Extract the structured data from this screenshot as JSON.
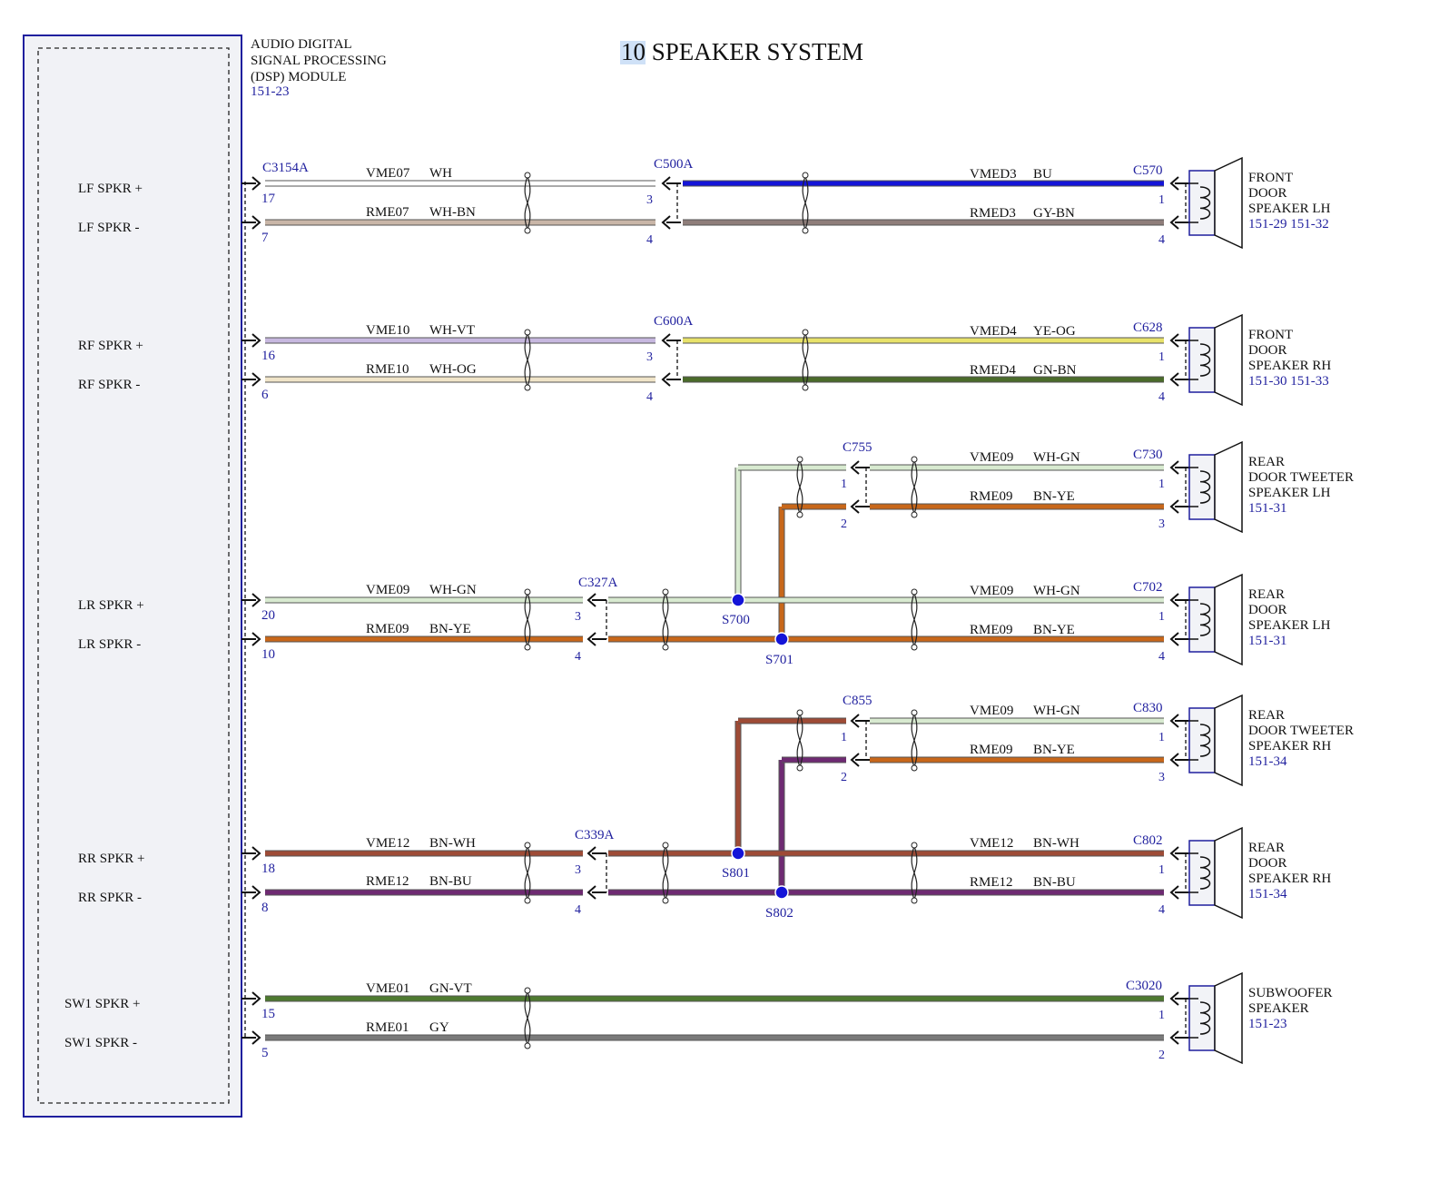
{
  "title": {
    "highlight": "10",
    "rest": " SPEAKER SYSTEM"
  },
  "module": {
    "name_lines": [
      "AUDIO DIGITAL",
      "SIGNAL PROCESSING",
      "(DSP) MODULE"
    ],
    "ref": "151-23",
    "connector": "C3154A",
    "pins": [
      {
        "label": "LF SPKR +",
        "pin": "17"
      },
      {
        "label": "LF SPKR -",
        "pin": "7"
      },
      {
        "label": "RF SPKR +",
        "pin": "16"
      },
      {
        "label": "RF SPKR -",
        "pin": "6"
      },
      {
        "label": "LR SPKR +",
        "pin": "20"
      },
      {
        "label": "LR SPKR -",
        "pin": "10"
      },
      {
        "label": "RR SPKR +",
        "pin": "18"
      },
      {
        "label": "RR SPKR -",
        "pin": "8"
      },
      {
        "label": "SW1 SPKR +",
        "pin": "15"
      },
      {
        "label": "SW1 SPKR -",
        "pin": "5"
      }
    ]
  },
  "colors": {
    "WH": "#ffffff",
    "BU": "#1414d8",
    "WH-BN": "#c9b6a8",
    "GY-BN": "#8f7e7a",
    "WH-VT": "#c7b8df",
    "YE-OG": "#e8e26a",
    "WH-OG": "#f0e4c8",
    "GN-BN": "#4a6b2a",
    "WH-GN": "#d8ead0",
    "BN-YE": "#c8671a",
    "BN-WH": "#9e4b36",
    "BN-BU": "#6e2a72",
    "GN-VT": "#4e7a30",
    "GY": "#7a7a7a",
    "outline": "#1f1f9e",
    "splice": "#1414d8"
  },
  "circuits": [
    {
      "id": "VME07",
      "color": "WH"
    },
    {
      "id": "RME07",
      "color": "WH-BN"
    },
    {
      "id": "VMED3",
      "color": "BU"
    },
    {
      "id": "RMED3",
      "color": "GY-BN"
    },
    {
      "id": "VME10",
      "color": "WH-VT"
    },
    {
      "id": "RME10",
      "color": "WH-OG"
    },
    {
      "id": "VMED4",
      "color": "YE-OG"
    },
    {
      "id": "RMED4",
      "color": "GN-BN"
    },
    {
      "id": "VME09",
      "color": "WH-GN"
    },
    {
      "id": "RME09",
      "color": "BN-YE"
    },
    {
      "id": "VME12",
      "color": "BN-WH"
    },
    {
      "id": "RME12",
      "color": "BN-BU"
    },
    {
      "id": "VME01",
      "color": "GN-VT"
    },
    {
      "id": "RME01",
      "color": "GY"
    }
  ],
  "connectors": [
    {
      "name": "C500A",
      "pins": [
        "3",
        "4"
      ]
    },
    {
      "name": "C600A",
      "pins": [
        "3",
        "4"
      ]
    },
    {
      "name": "C327A",
      "pins": [
        "3",
        "4"
      ]
    },
    {
      "name": "C339A",
      "pins": [
        "3",
        "4"
      ]
    },
    {
      "name": "C755",
      "pins": [
        "1",
        "2"
      ]
    },
    {
      "name": "C855",
      "pins": [
        "1",
        "2"
      ]
    },
    {
      "name": "C570",
      "pins": [
        "1",
        "4"
      ]
    },
    {
      "name": "C628",
      "pins": [
        "1",
        "4"
      ]
    },
    {
      "name": "C730",
      "pins": [
        "1",
        "3"
      ]
    },
    {
      "name": "C702",
      "pins": [
        "1",
        "4"
      ]
    },
    {
      "name": "C830",
      "pins": [
        "1",
        "3"
      ]
    },
    {
      "name": "C802",
      "pins": [
        "1",
        "4"
      ]
    },
    {
      "name": "C3020",
      "pins": [
        "1",
        "2"
      ]
    }
  ],
  "splices": [
    "S700",
    "S701",
    "S801",
    "S802"
  ],
  "speakers": [
    {
      "lines": [
        "FRONT",
        "DOOR",
        "SPEAKER LH"
      ],
      "refs": "151-29   151-32"
    },
    {
      "lines": [
        "FRONT",
        "DOOR",
        "SPEAKER RH"
      ],
      "refs": "151-30   151-33"
    },
    {
      "lines": [
        "REAR",
        "DOOR TWEETER",
        "SPEAKER LH"
      ],
      "refs": "151-31"
    },
    {
      "lines": [
        "REAR",
        "DOOR",
        "SPEAKER LH"
      ],
      "refs": "151-31"
    },
    {
      "lines": [
        "REAR",
        "DOOR TWEETER",
        "SPEAKER RH"
      ],
      "refs": "151-34"
    },
    {
      "lines": [
        "REAR",
        "DOOR",
        "SPEAKER RH"
      ],
      "refs": "151-34"
    },
    {
      "lines": [
        "SUBWOOFER",
        "SPEAKER"
      ],
      "refs": "151-23"
    }
  ]
}
